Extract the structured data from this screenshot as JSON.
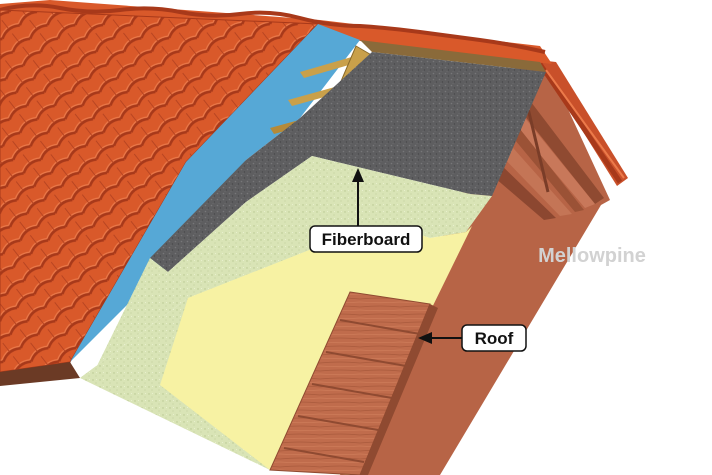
{
  "callouts": {
    "fiberboard": "Fiberboard",
    "roof": "Roof"
  },
  "watermark": "Mellowpine",
  "colors": {
    "tile": "#d9592a",
    "tile_shadow": "#a8391a",
    "underlay": "#56a8d6",
    "felt": "#5e5e60",
    "fiberboard": "#d9e4b6",
    "insulation": "#f7f2a3",
    "wood": "#c06c4c",
    "wood_dark": "#8f4a31"
  },
  "icons": [
    "roof-diagram-illustration",
    "arrow-up-icon",
    "arrow-left-icon"
  ]
}
